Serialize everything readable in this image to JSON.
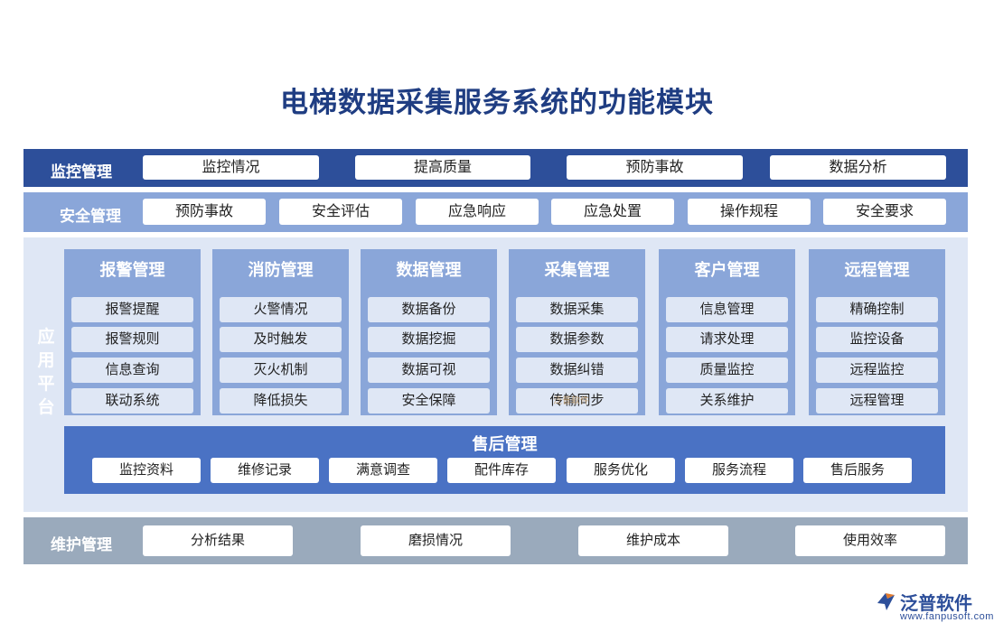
{
  "title": "电梯数据采集服务系统的功能模块",
  "monitor": {
    "label": "监控管理",
    "items": [
      "监控情况",
      "提高质量",
      "预防事故",
      "数据分析"
    ]
  },
  "safety": {
    "label": "安全管理",
    "items": [
      "预防事故",
      "安全评估",
      "应急响应",
      "应急处置",
      "操作规程",
      "安全要求"
    ]
  },
  "platform": {
    "label": "应用平台",
    "modules": [
      {
        "title": "报警管理",
        "items": [
          "报警提醒",
          "报警规则",
          "信息查询",
          "联动系统"
        ]
      },
      {
        "title": "消防管理",
        "items": [
          "火警情况",
          "及时触发",
          "灭火机制",
          "降低损失"
        ]
      },
      {
        "title": "数据管理",
        "items": [
          "数据备份",
          "数据挖掘",
          "数据可视",
          "安全保障"
        ]
      },
      {
        "title": "采集管理",
        "items": [
          "数据采集",
          "数据参数",
          "数据纠错",
          "传输同步"
        ]
      },
      {
        "title": "客户管理",
        "items": [
          "信息管理",
          "请求处理",
          "质量监控",
          "关系维护"
        ]
      },
      {
        "title": "远程管理",
        "items": [
          "精确控制",
          "监控设备",
          "远程监控",
          "远程管理"
        ]
      }
    ],
    "aftersale": {
      "title": "售后管理",
      "items": [
        "监控资料",
        "维修记录",
        "满意调查",
        "配件库存",
        "服务优化",
        "服务流程",
        "售后服务"
      ]
    }
  },
  "maintenance": {
    "label": "维护管理",
    "items": [
      "分析结果",
      "磨损情况",
      "维护成本",
      "使用效率"
    ]
  },
  "watermark": "泛普软件",
  "logo": {
    "name": "泛普软件",
    "url": "www.fanpusoft.com",
    "icon": "fanpu-logo-icon"
  },
  "colors": {
    "dark_blue": "#2d4f9a",
    "mid_blue": "#4a72c4",
    "light_blue": "#8aa6d9",
    "pale_blue": "#dfe7f5",
    "gray_blue": "#9aaabc",
    "title": "#1f3d82"
  }
}
